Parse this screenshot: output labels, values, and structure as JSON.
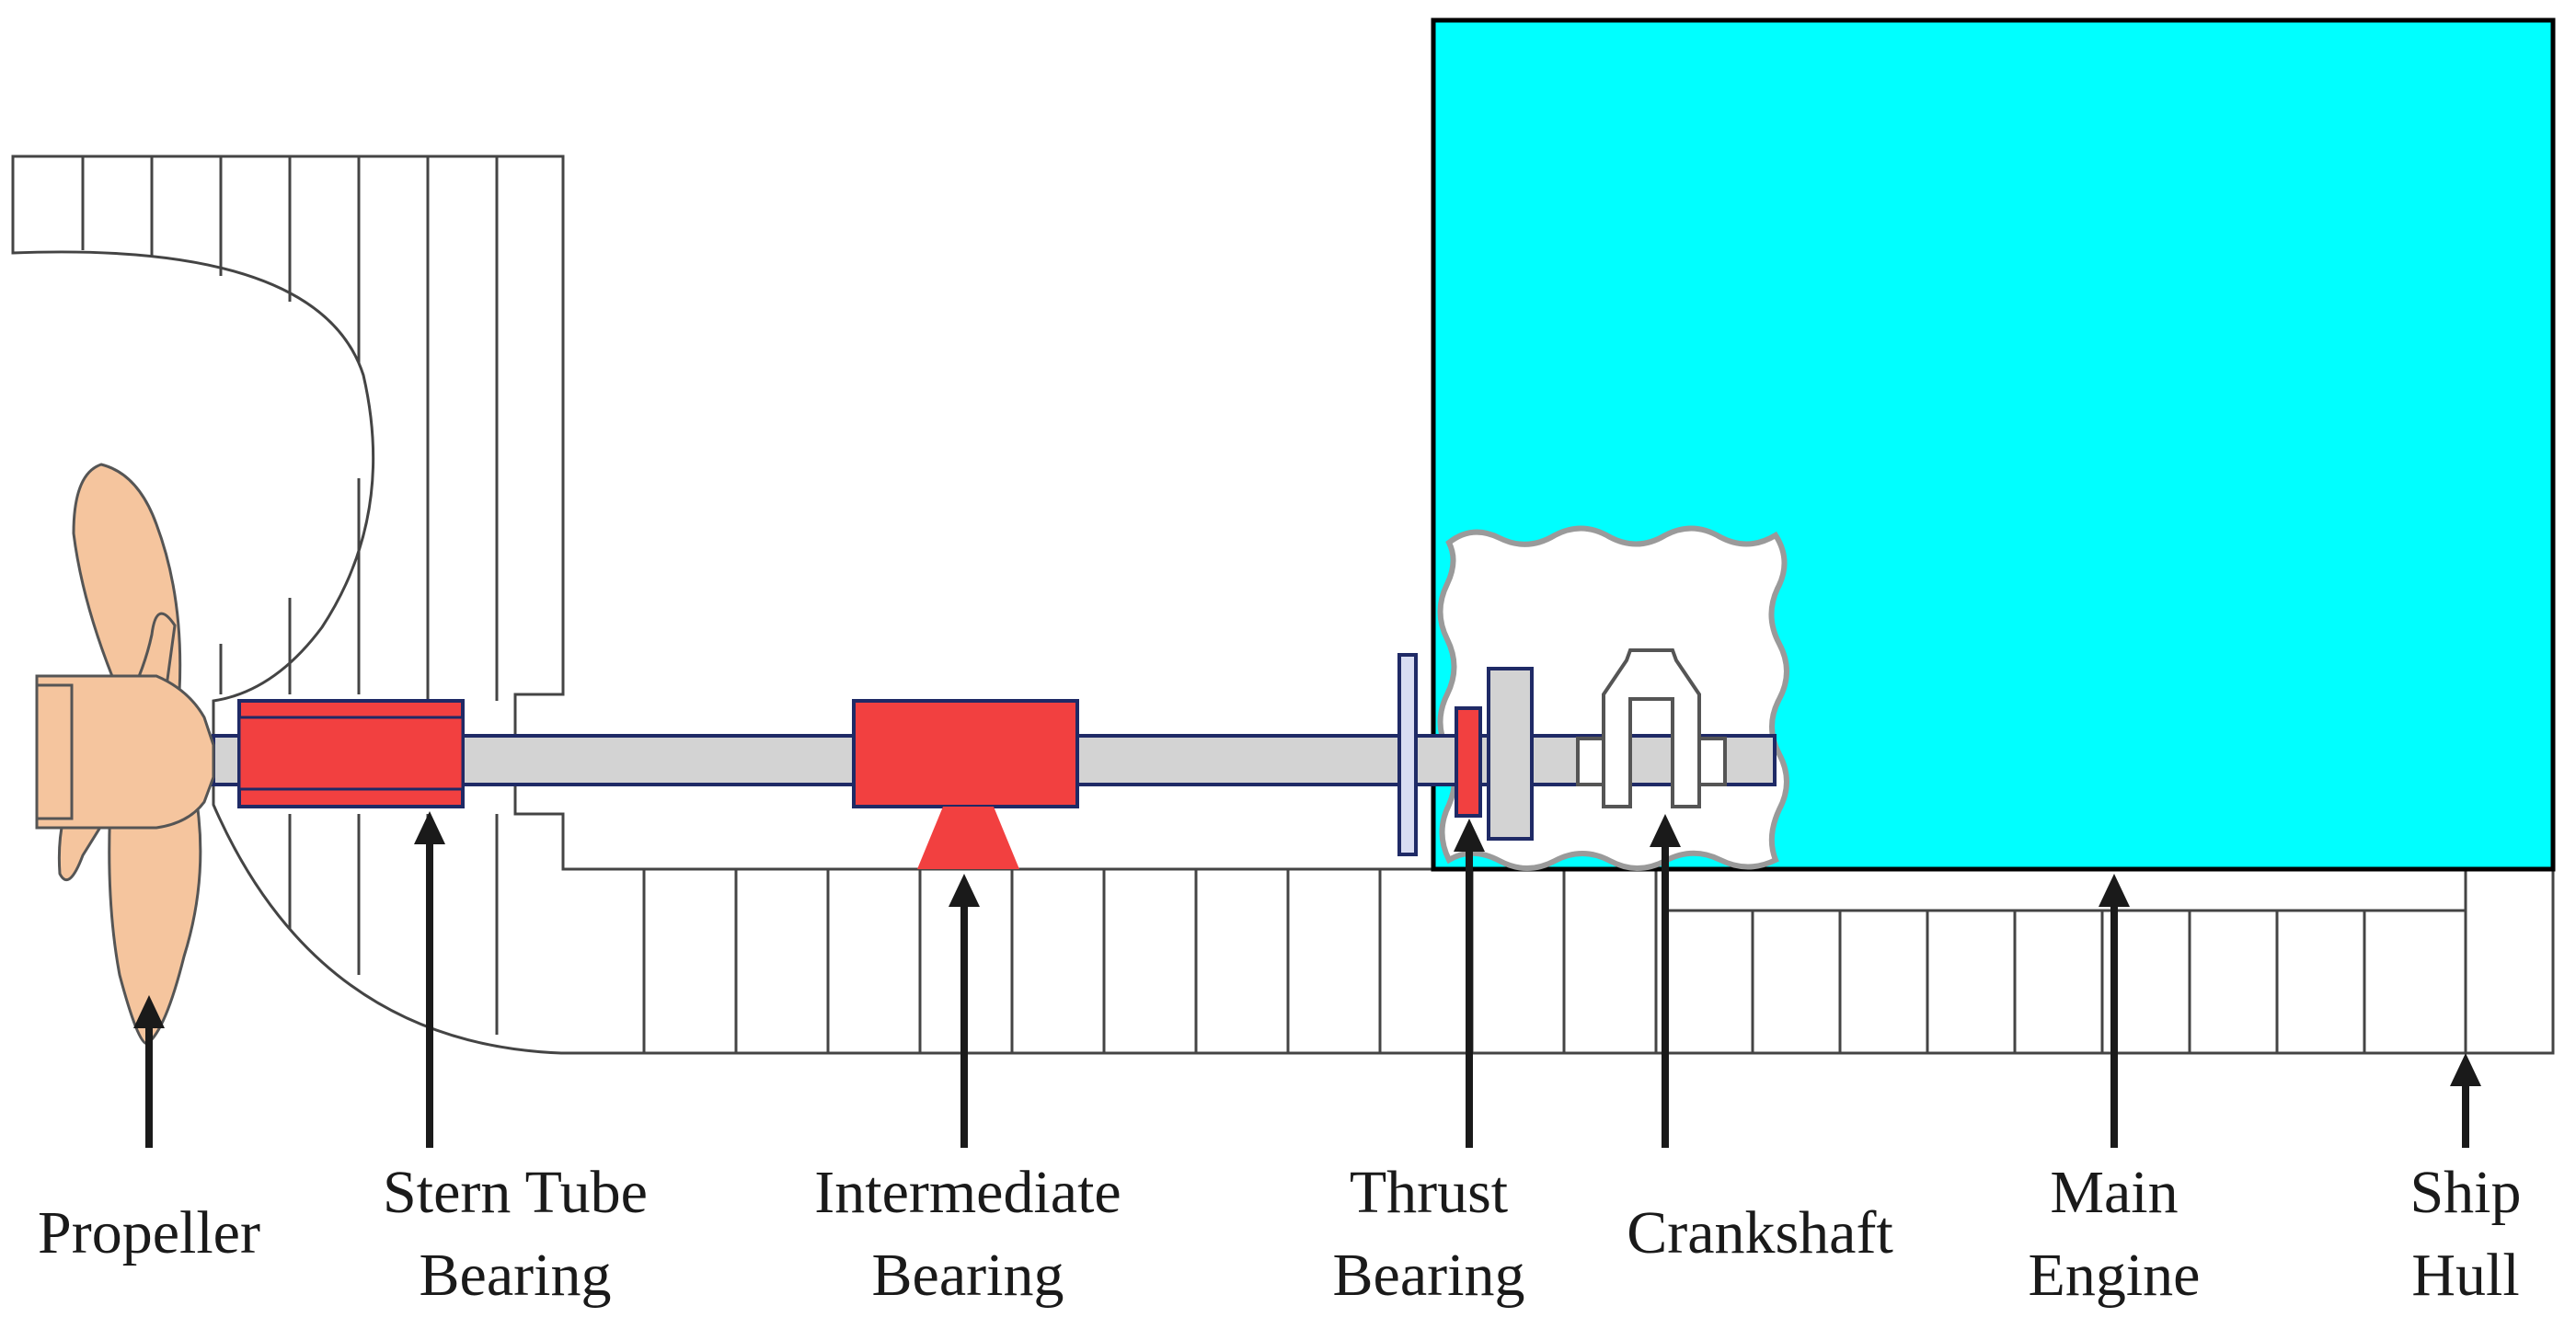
{
  "diagram": {
    "labels": {
      "propeller": "Propeller",
      "stern_tube_line1": "Stern Tube",
      "stern_tube_line2": "Bearing",
      "intermediate_line1": "Intermediate",
      "intermediate_line2": "Bearing",
      "thrust_line1": "Thrust",
      "thrust_line2": "Bearing",
      "crankshaft": "Crankshaft",
      "main_engine_line1": "Main",
      "main_engine_line2": "Engine",
      "ship_hull_line1": "Ship",
      "ship_hull_line2": "Hull"
    },
    "colors": {
      "engine_fill": "#00ffff",
      "bearing_fill": "#f24040",
      "shaft_fill": "#d3d3d3",
      "propeller_fill": "#f5c59e",
      "outline": "#1f2a66",
      "hull_line": "#444444"
    }
  }
}
